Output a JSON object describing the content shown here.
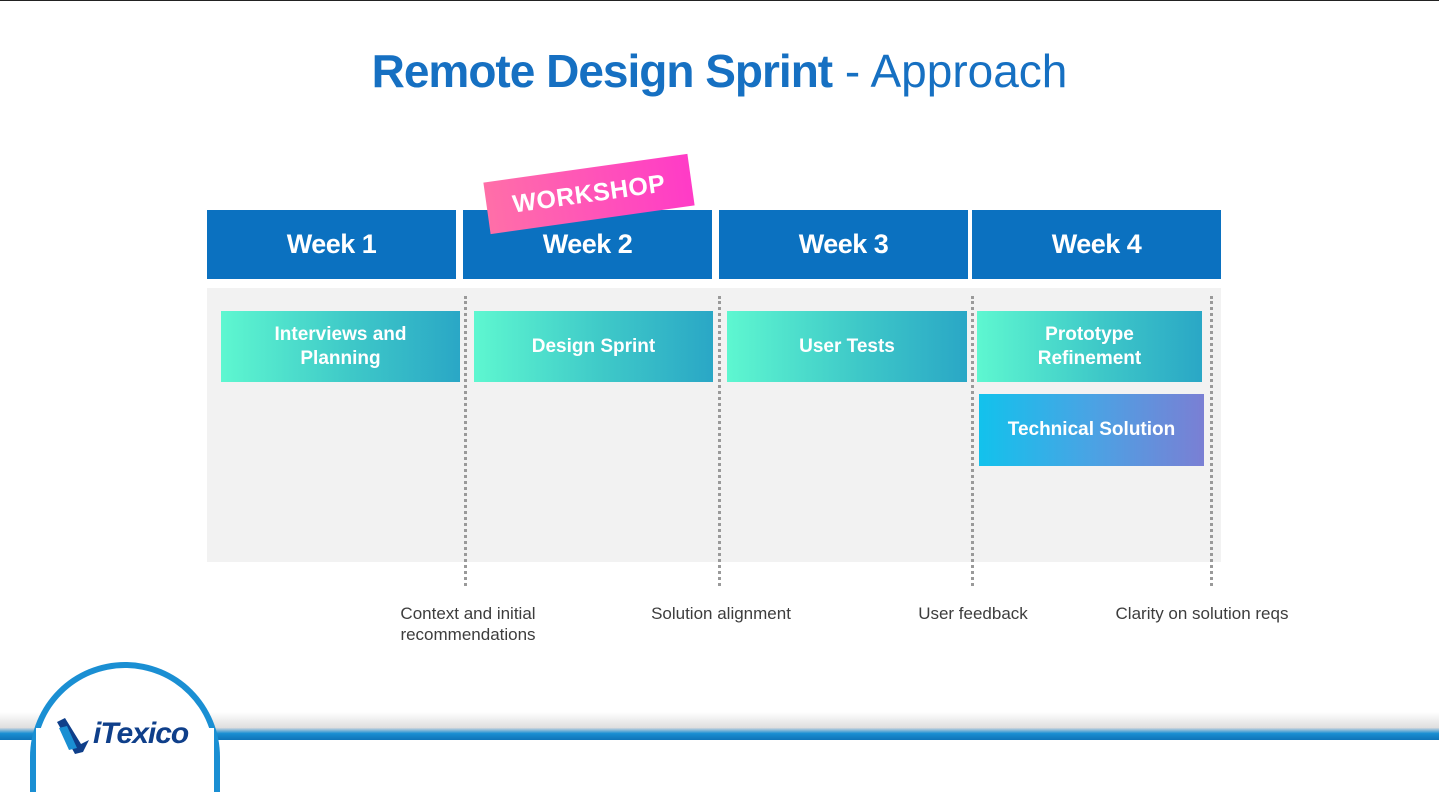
{
  "title": {
    "bold": "Remote Design Sprint",
    "light": " - Approach"
  },
  "badge": "WORKSHOP",
  "weeks": [
    "Week 1",
    "Week 2",
    "Week 3",
    "Week 4"
  ],
  "activities": {
    "week1": "Interviews and Planning",
    "week2": "Design Sprint",
    "week3": "User Tests",
    "week4a": "Prototype Refinement",
    "week4b": "Technical Solution"
  },
  "milestones": [
    "Context and initial recommendations",
    "Solution alignment",
    "User feedback",
    "Clarity on solution reqs"
  ],
  "logo": {
    "text": "iTexico"
  },
  "colors": {
    "title": "#1670c2",
    "header": "#0b71c0",
    "badge": "#ff4fb8",
    "card_start": "#5ef7d0",
    "card_end": "#2aa7c6"
  }
}
